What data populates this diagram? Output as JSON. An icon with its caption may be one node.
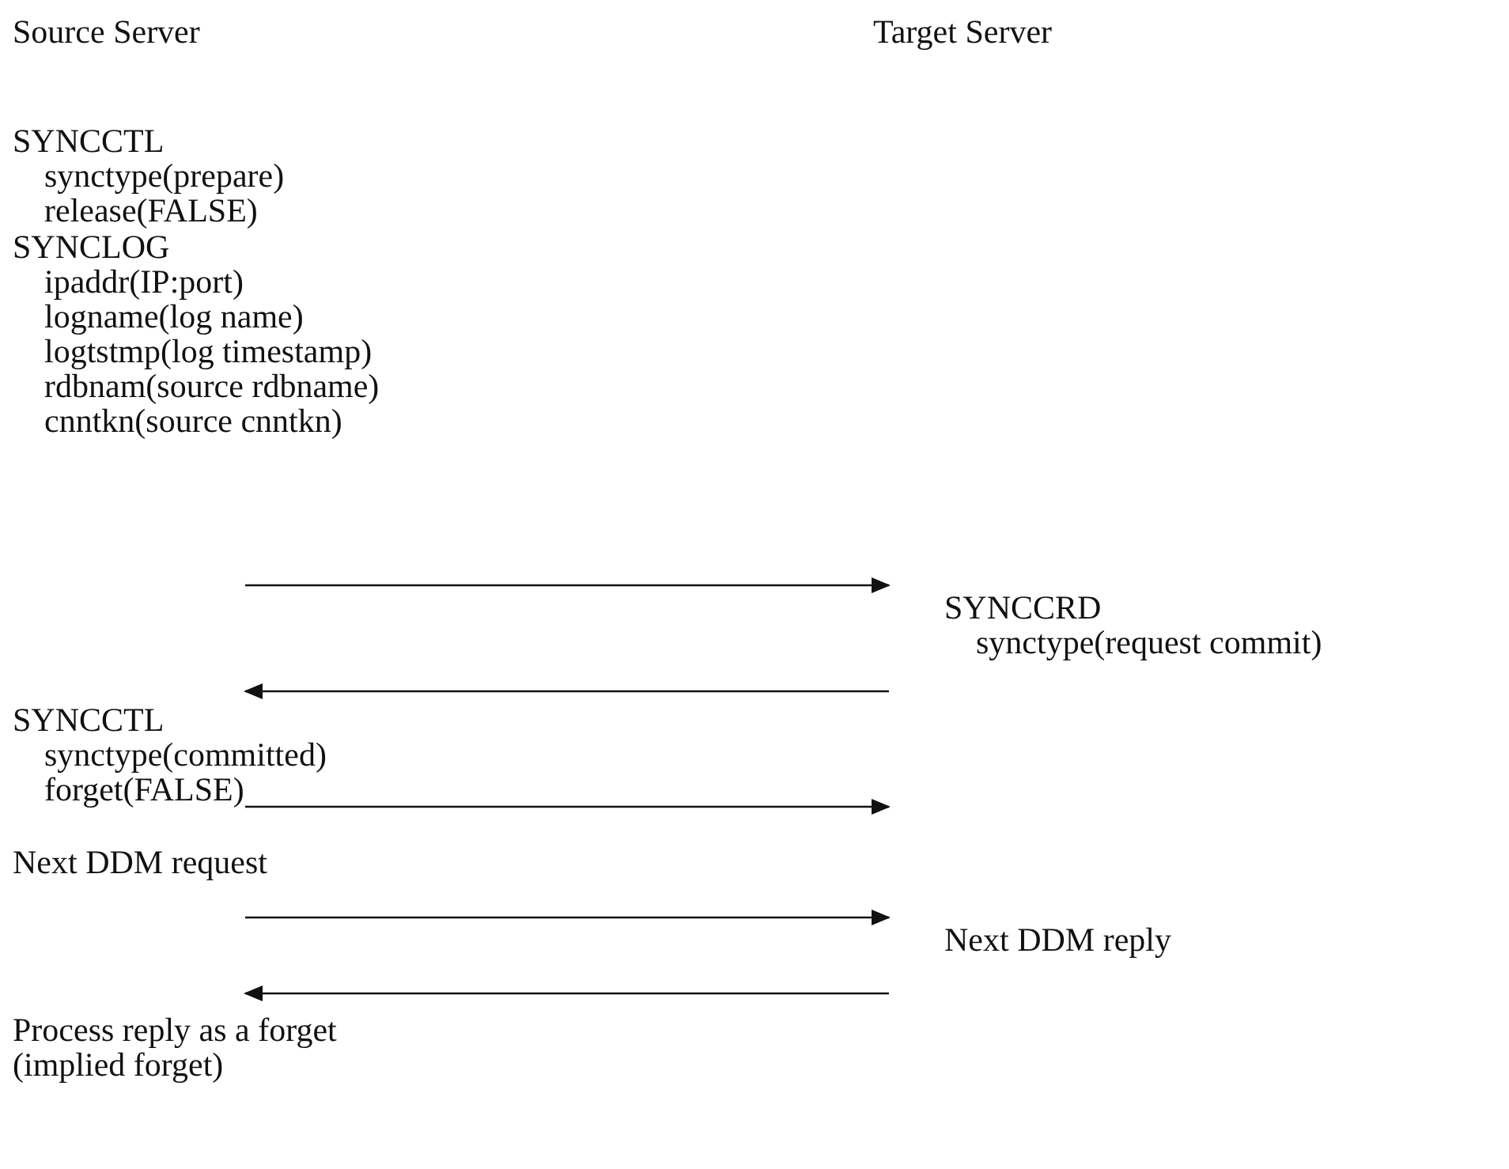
{
  "diagram": {
    "nodes": [
      {
        "text": [
          "SYNCCTL",
          "synctype(prepare)",
          "release(FALSE)"
        ]
      },
      {
        "text": [
          "SYNCLOG",
          "ipaddr(IP:port)",
          "logname(log name)",
          "logtstmp(log timestamp)",
          "rdbnam(source rdbname)",
          "cnntkn(source cnntkn)"
        ]
      },
      {
        "text": [
          "SYNCCRD",
          "synctype(request commit)"
        ]
      },
      {
        "text": [
          "SYNCCTL",
          "synctype(committed)",
          "forget(FALSE)"
        ]
      },
      {
        "text": [
          "Next DDM request"
        ]
      },
      {
        "text": [
          "Next DDM reply"
        ]
      },
      {
        "text": [
          "Process reply as a forget (implied forget)"
        ]
      }
    ],
    "edges": [
      {
        "from": null,
        "to": 2,
        "arrow": "to"
      },
      {
        "from": 2,
        "to": 3,
        "arrow": "to"
      },
      {
        "from": 3,
        "to": null,
        "arrow": "to"
      },
      {
        "from": 4,
        "to": 5,
        "arrow": "to"
      },
      {
        "from": 5,
        "to": 6,
        "arrow": "to"
      }
    ],
    "labels": [
      "Source Server",
      "Target Server"
    ]
  }
}
